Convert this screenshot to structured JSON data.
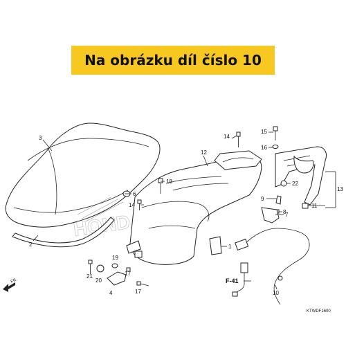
{
  "banner": {
    "text": "Na obrázku díl číslo 10"
  },
  "callouts": {
    "c1": "1",
    "c2": "2",
    "c3": "3",
    "c4": "4",
    "c6": "6",
    "c7": "7",
    "c8": "8",
    "c9": "9",
    "c10": "10",
    "c11": "11",
    "c12": "12",
    "c13": "13",
    "c14a": "14",
    "c14b": "14",
    "c15": "15",
    "c16": "16",
    "c17a": "17",
    "c17b": "17",
    "c18": "18",
    "c19": "19",
    "c20": "20",
    "c21": "21",
    "c22": "22"
  },
  "reference": {
    "f41": "F-41"
  },
  "front_marker": "FR.",
  "diagram_code": "KTWDF1600",
  "watermark": "HONDA"
}
